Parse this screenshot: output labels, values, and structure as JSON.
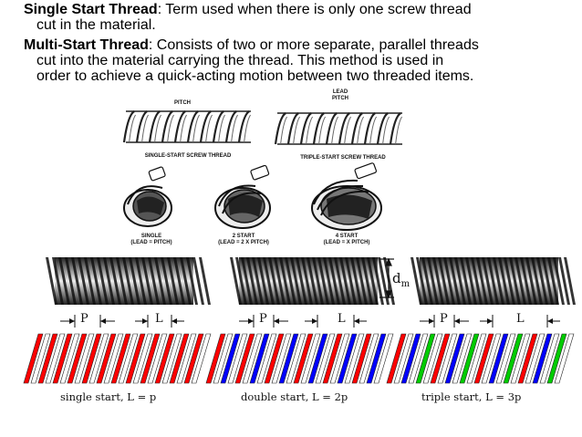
{
  "text": {
    "p1_term": "Single Start Thread",
    "p1_rest": ": Term used when there is only one screw thread",
    "p1_line2": "cut in the material.",
    "p2_term": "Multi-Start Thread",
    "p2_rest": ": Consists of two or more separate, parallel threads",
    "p2_line2": "cut into the material carrying the thread. This method is used in",
    "p2_line3": "order to achieve a quick-acting motion between two threaded items."
  },
  "figure_top": {
    "pitch_label": "PITCH",
    "lead_label": "LEAD",
    "lead_label2": "PITCH",
    "single_title": "SINGLE-START SCREW THREAD",
    "triple_title": "TRIPLE-START SCREW THREAD",
    "single_name": "SINGLE",
    "single_formula": "(LEAD = PITCH)",
    "two_name": "2 START",
    "two_formula": "(LEAD = 2 X PITCH)",
    "four_name": "4 START",
    "four_formula": "(LEAD = X PITCH)"
  },
  "figure_bottom": {
    "dm_label": "d",
    "dm_sub": "m",
    "p_label": "P",
    "l_label": "L",
    "cap_single": "single start, L = p",
    "cap_double": "double start, L = 2p",
    "cap_triple": "triple start, L = 3p"
  },
  "colors": {
    "red": "#ff0000",
    "blue": "#0000ff",
    "green": "#00cc00",
    "white": "#ffffff"
  }
}
